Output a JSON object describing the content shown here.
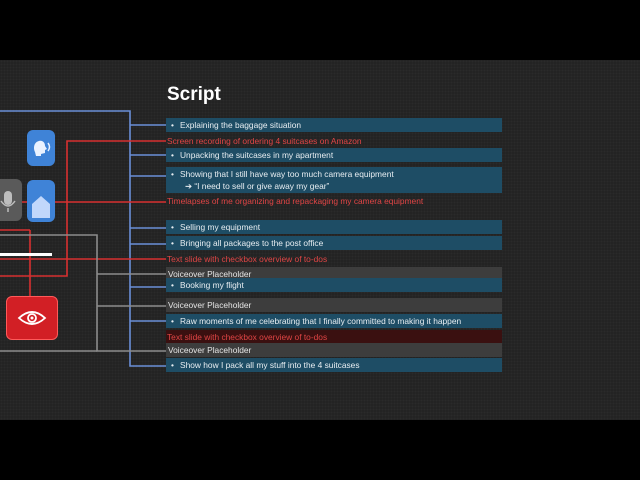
{
  "header": {
    "title": "Script"
  },
  "colors": {
    "blue": "#1e4d65",
    "red": "#e04545",
    "gray": "#3d3d3d",
    "button_blue": "#3f83d7",
    "button_red": "#d21f25"
  },
  "icons": {
    "voiceover": "speaking-head-icon",
    "bookmark": "bookmark-icon",
    "mic": "microphone-icon",
    "eye": "eye-icon"
  },
  "script": {
    "rows": [
      {
        "type": "blue",
        "bullet": "•",
        "text": "Explaining the baggage situation"
      },
      {
        "type": "red",
        "text": "Screen recording of ordering 4 suitcases on Amazon"
      },
      {
        "type": "blue",
        "bullet": "•",
        "text": "Unpacking the suitcases in my apartment"
      },
      {
        "type": "blue",
        "bullet": "•",
        "text": "Showing that I still have way too much camera equipment",
        "sub": "➔ “I need to sell or give away my gear”"
      },
      {
        "type": "red",
        "text": "Timelapses of me organizing and repackaging my camera equipment"
      },
      {
        "type": "blue",
        "bullet": "•",
        "text": "Selling my equipment"
      },
      {
        "type": "blue",
        "bullet": "•",
        "text": "Bringing all packages to the post office"
      },
      {
        "type": "red",
        "text": "Text slide with checkbox overview of to-dos"
      },
      {
        "type": "gray",
        "text": "Voiceover Placeholder"
      },
      {
        "type": "blue",
        "bullet": "•",
        "text": "Booking my flight"
      },
      {
        "type": "gray",
        "text": "Voiceover Placeholder"
      },
      {
        "type": "blue",
        "bullet": "•",
        "text": "Raw moments of me celebrating that I finally committed to making it happen"
      },
      {
        "type": "red",
        "text": "Text slide with checkbox overview of to-dos"
      },
      {
        "type": "gray",
        "text": "Voiceover Placeholder"
      },
      {
        "type": "blue",
        "bullet": "•",
        "text": "Show how I pack all my stuff into the 4 suitcases"
      }
    ]
  }
}
